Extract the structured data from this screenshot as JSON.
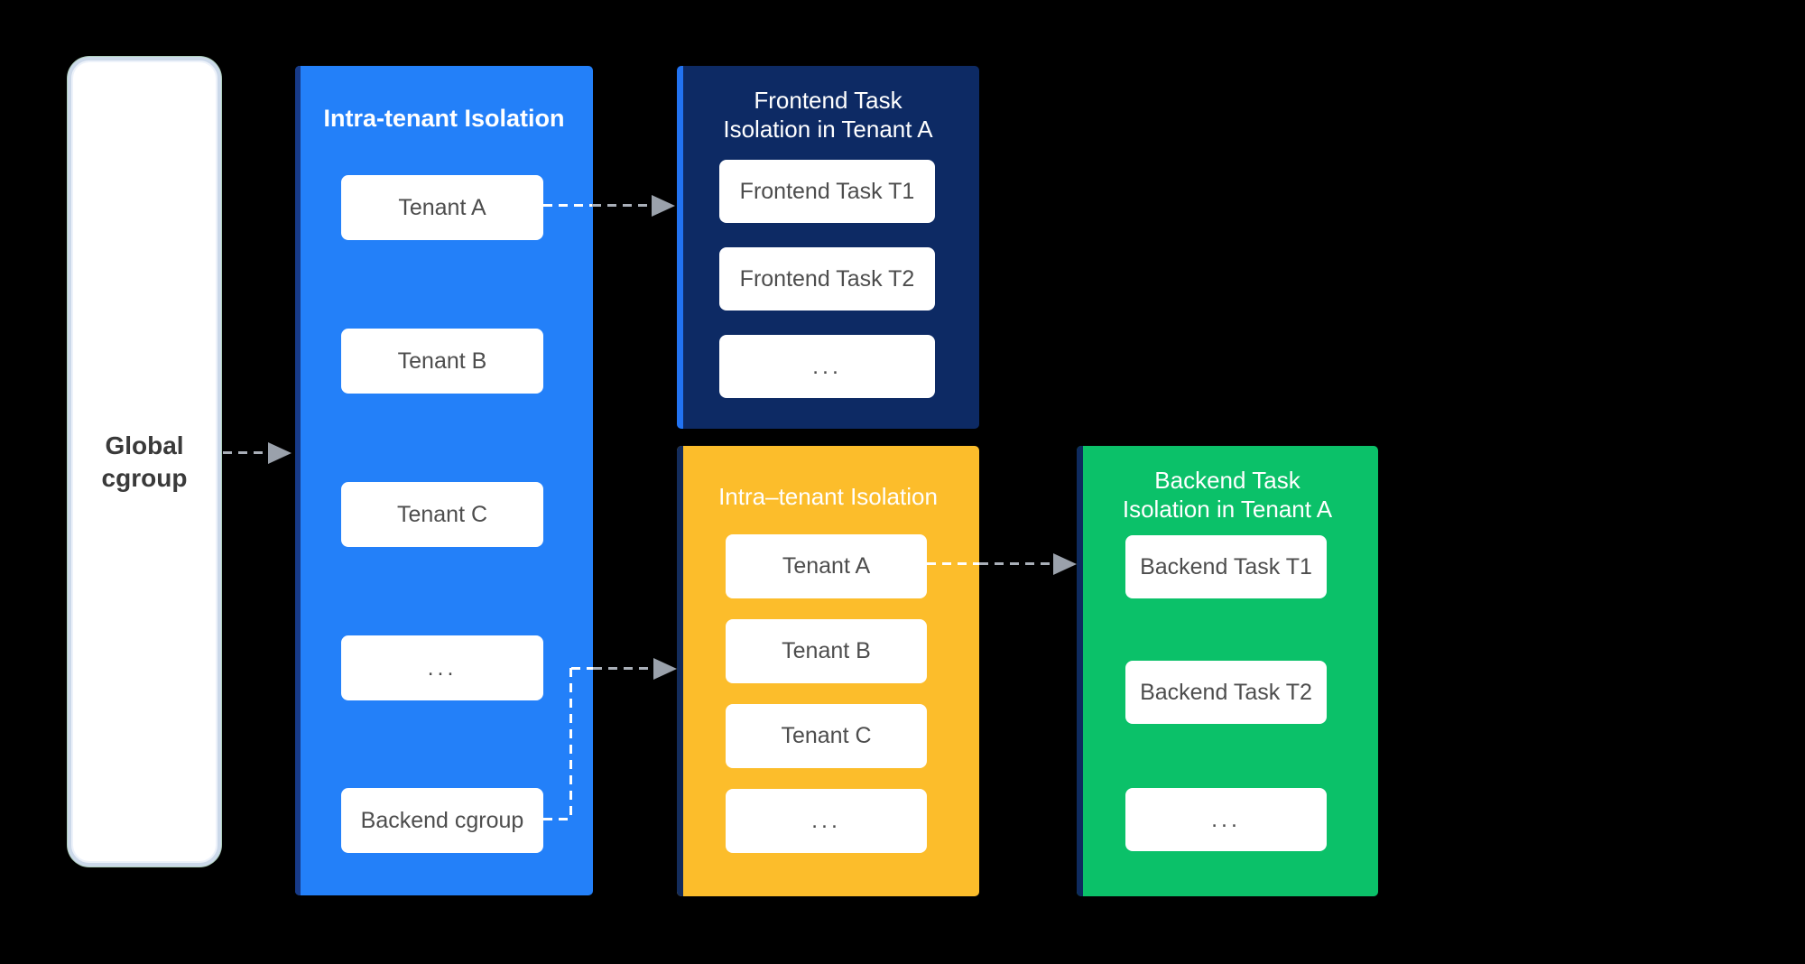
{
  "diagram": {
    "global_cgroup": {
      "title": "Global cgroup"
    },
    "intra_tenant_frontend": {
      "title": "Intra-tenant Isolation",
      "items": [
        "Tenant A",
        "Tenant B",
        "Tenant C",
        "...",
        "Backend cgroup"
      ]
    },
    "frontend_task_isolation": {
      "title_line1": "Frontend Task",
      "title_line2": "Isolation in Tenant A",
      "items": [
        "Frontend Task T1",
        "Frontend Task T2",
        "..."
      ]
    },
    "intra_tenant_backend": {
      "title": "Intra–tenant Isolation",
      "items": [
        "Tenant A",
        "Tenant B",
        "Tenant C",
        "..."
      ]
    },
    "backend_task_isolation": {
      "title_line1": "Backend Task",
      "title_line2": "Isolation in Tenant A",
      "items": [
        "Backend Task T1",
        "Backend Task T2",
        "..."
      ]
    }
  },
  "colors": {
    "background": "#000000",
    "blue_panel": "#2380F9",
    "blue_panel_strip": "#173A88",
    "navy_panel": "#0D2A64",
    "navy_panel_strip": "#2273F2",
    "orange_panel": "#FCBD2B",
    "orange_panel_strip": "#132C5C",
    "green_panel": "#0BC169",
    "green_panel_strip": "#0E2A5E",
    "card_text": "#4D4D4D",
    "arrow_gray": "#A9AFB8",
    "arrow_white": "#FFFFFF"
  }
}
